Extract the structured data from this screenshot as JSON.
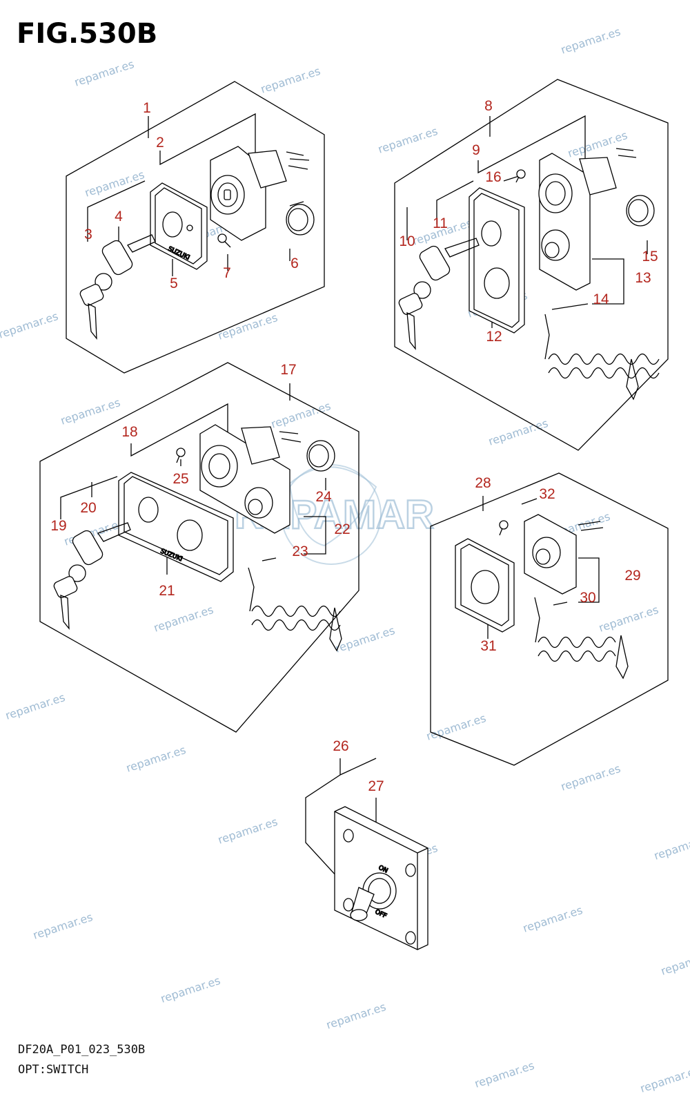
{
  "figure": {
    "title": "FIG.530B",
    "code": "DF20A_P01_023_530B",
    "name": "OPT:SWITCH"
  },
  "watermark": {
    "text": "repamar.es",
    "color": "#8fb0cc"
  },
  "logo": {
    "text": "REPAMAR"
  },
  "callouts": [
    "1",
    "2",
    "3",
    "4",
    "5",
    "6",
    "7",
    "8",
    "9",
    "10",
    "11",
    "12",
    "13",
    "14",
    "15",
    "16",
    "17",
    "18",
    "19",
    "20",
    "21",
    "22",
    "23",
    "24",
    "25",
    "26",
    "27",
    "28",
    "29",
    "30",
    "31",
    "32"
  ],
  "plate_markings": {
    "brand": "SUZUKI",
    "toggle_on": "ON",
    "toggle_off": "OFF"
  },
  "colors": {
    "callout": "#b3261e",
    "lines": "#000000"
  }
}
